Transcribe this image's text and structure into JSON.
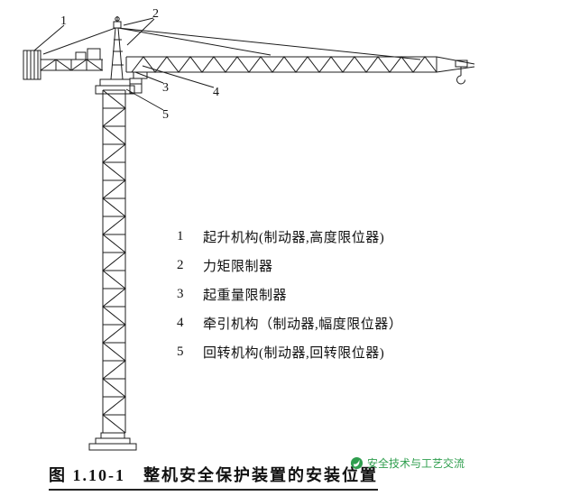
{
  "figure": {
    "callouts": [
      "1",
      "2",
      "3",
      "4",
      "5"
    ],
    "legend": [
      {
        "num": "1",
        "text": "起升机构(制动器,高度限位器)"
      },
      {
        "num": "2",
        "text": "力矩限制器"
      },
      {
        "num": "3",
        "text": "起重量限制器"
      },
      {
        "num": "4",
        "text": "牵引机构（制动器,幅度限位器）"
      },
      {
        "num": "5",
        "text": "回转机构(制动器,回转限位器)"
      }
    ],
    "caption": "图 1.10-1　整机安全保护装置的安装位置",
    "watermark": "安全技术与工艺交流",
    "colors": {
      "line": "#1c1c1c",
      "watermark_green": "#2f9e4e"
    }
  }
}
